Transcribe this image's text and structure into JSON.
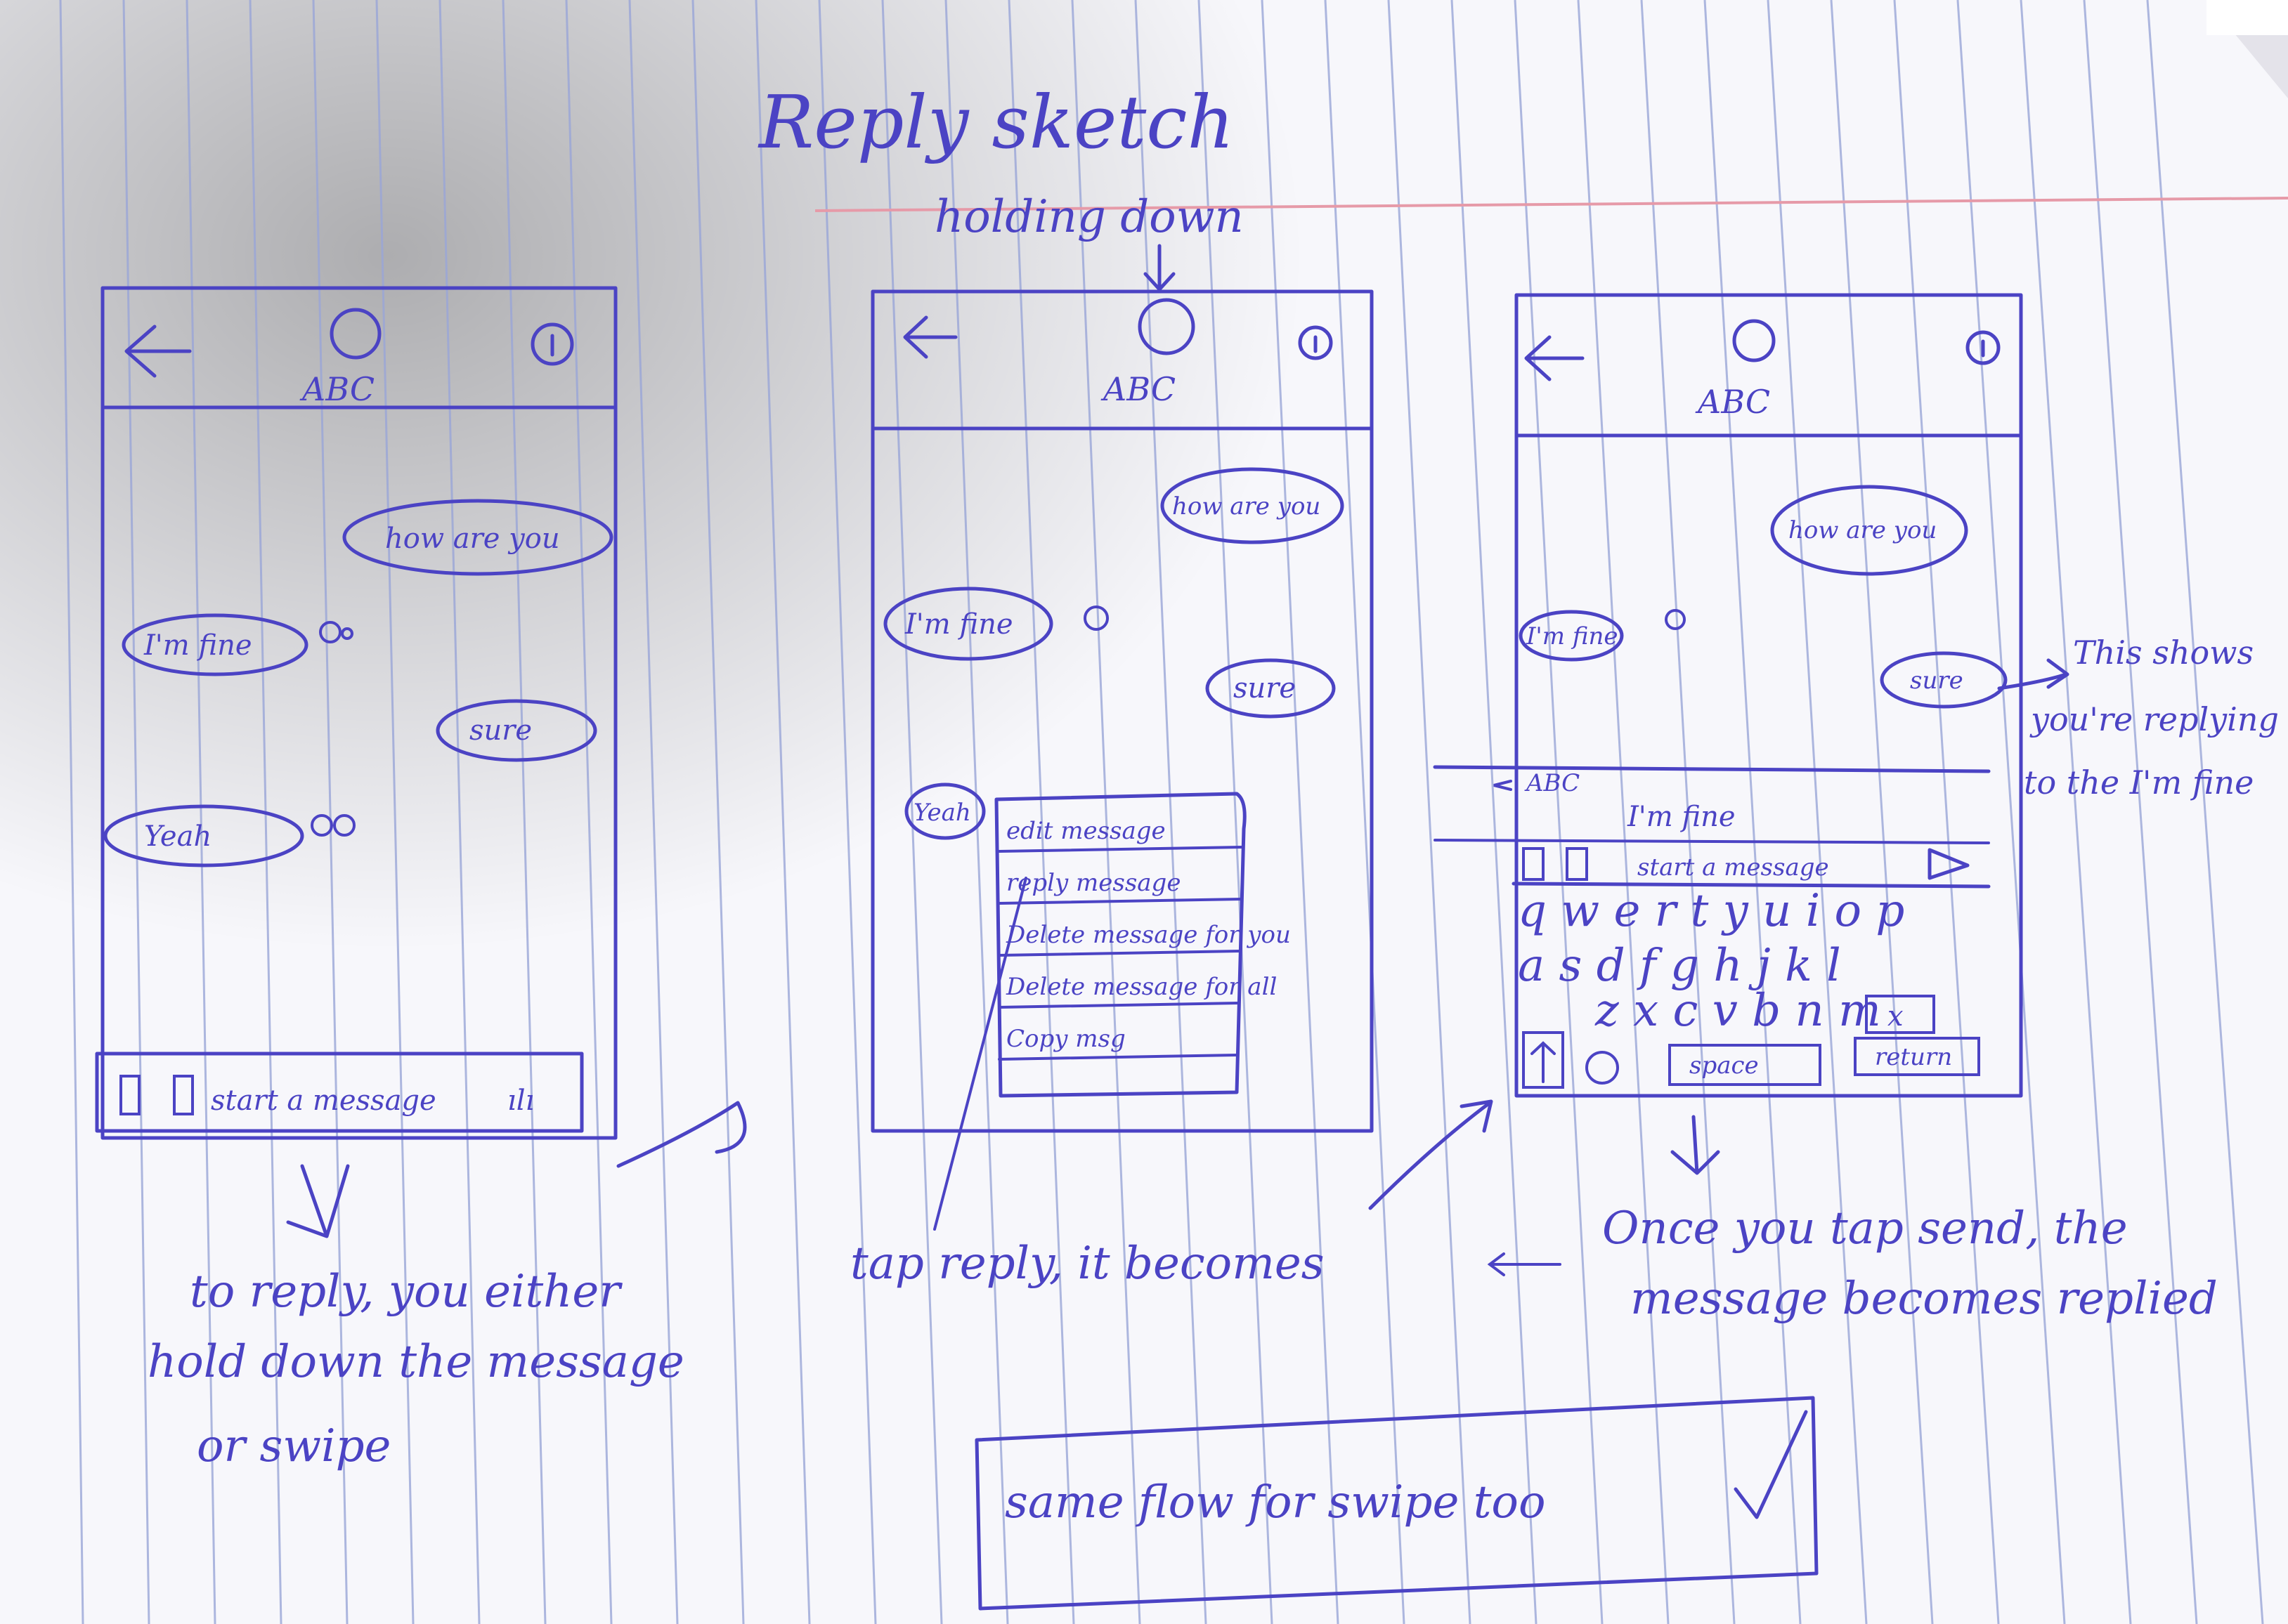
{
  "sheet": {
    "title": "Reply sketch",
    "center_caption": "holding down"
  },
  "phone1": {
    "contact": "ABC",
    "messages": {
      "m1": "how are you",
      "m2": "I'm fine",
      "m3": "sure",
      "m4": "Yeah"
    },
    "composer": "start a message"
  },
  "phone2": {
    "contact": "ABC",
    "messages": {
      "m1": "how are you",
      "m2": "I'm fine",
      "m3": "sure",
      "m4": "Yeah"
    },
    "menu": {
      "edit": "edit message",
      "reply": "reply message",
      "delete_you": "Delete message for you",
      "delete_all": "Delete message for all",
      "copy": "Copy msg"
    }
  },
  "phone3": {
    "contact": "ABC",
    "messages": {
      "m1": "how are you",
      "m2": "I'm fine",
      "m3": "sure"
    },
    "reply_preview": {
      "name": "ABC",
      "text": "I'm fine"
    },
    "composer": "start a message",
    "keyboard": {
      "row1": "q w e r t y u i o p",
      "row2": "a s d f g h j k l",
      "row3": "z x c v b n m",
      "space": "space",
      "return": "return"
    }
  },
  "notes": {
    "left1": "to reply, you either",
    "left2": "hold down the message",
    "left3": "or swipe",
    "center": "tap reply, it becomes",
    "right_side1": "This shows",
    "right_side2": "you're replying",
    "right_side3": "to the I'm fine",
    "bottom_right1": "Once you tap send, the",
    "bottom_right2": "message becomes replied",
    "box": "same flow for swipe too"
  }
}
